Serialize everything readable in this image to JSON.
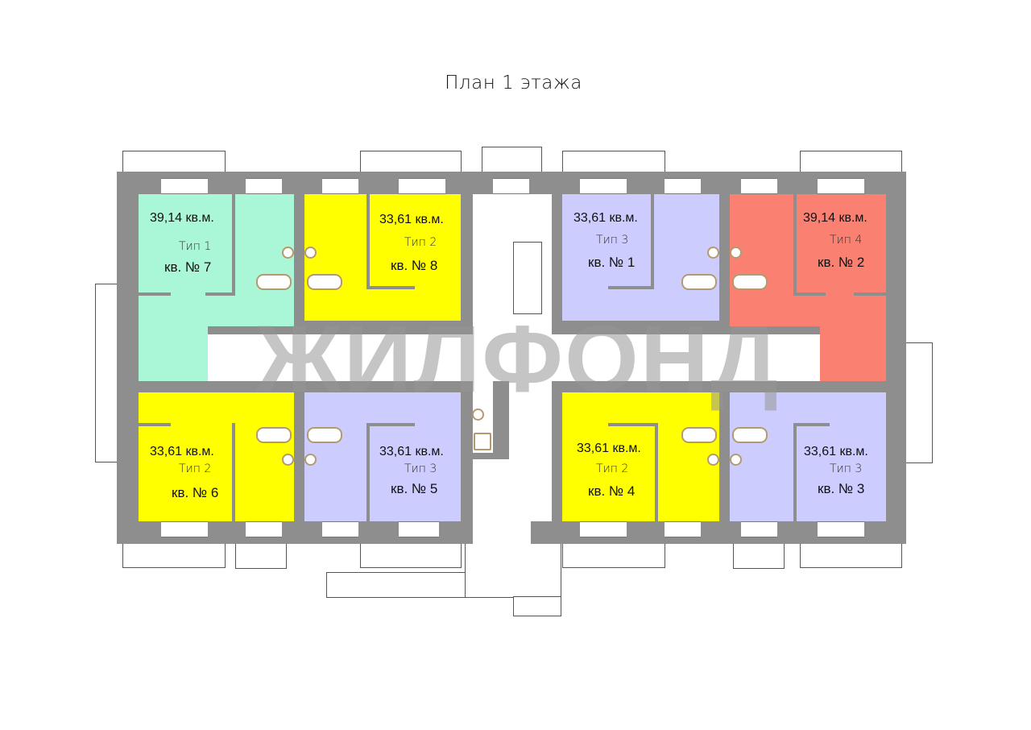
{
  "title": "План 1 этажа",
  "watermark": "ЖИЛФОНД",
  "apartments": [
    {
      "number": "кв. № 7",
      "area": "39,14 кв.м.",
      "type": "Тип 1",
      "color": "#a9f7d6"
    },
    {
      "number": "кв. № 8",
      "area": "33,61 кв.м.",
      "type": "Тип 2",
      "color": "#ffff00"
    },
    {
      "number": "кв. № 1",
      "area": "33,61 кв.м.",
      "type": "Тип 3",
      "color": "#ccccff"
    },
    {
      "number": "кв. № 2",
      "area": "39,14 кв.м.",
      "type": "Тип 4",
      "color": "#fa8072"
    },
    {
      "number": "кв. № 6",
      "area": "33,61 кв.м.",
      "type": "Тип 2",
      "color": "#ffff00"
    },
    {
      "number": "кв. № 5",
      "area": "33,61 кв.м.",
      "type": "Тип 3",
      "color": "#ccccff"
    },
    {
      "number": "кв. № 4",
      "area": "33,61 кв.м.",
      "type": "Тип 2",
      "color": "#ffff00"
    },
    {
      "number": "кв. № 3",
      "area": "33,61 кв.м.",
      "type": "Тип 3",
      "color": "#ccccff"
    }
  ]
}
